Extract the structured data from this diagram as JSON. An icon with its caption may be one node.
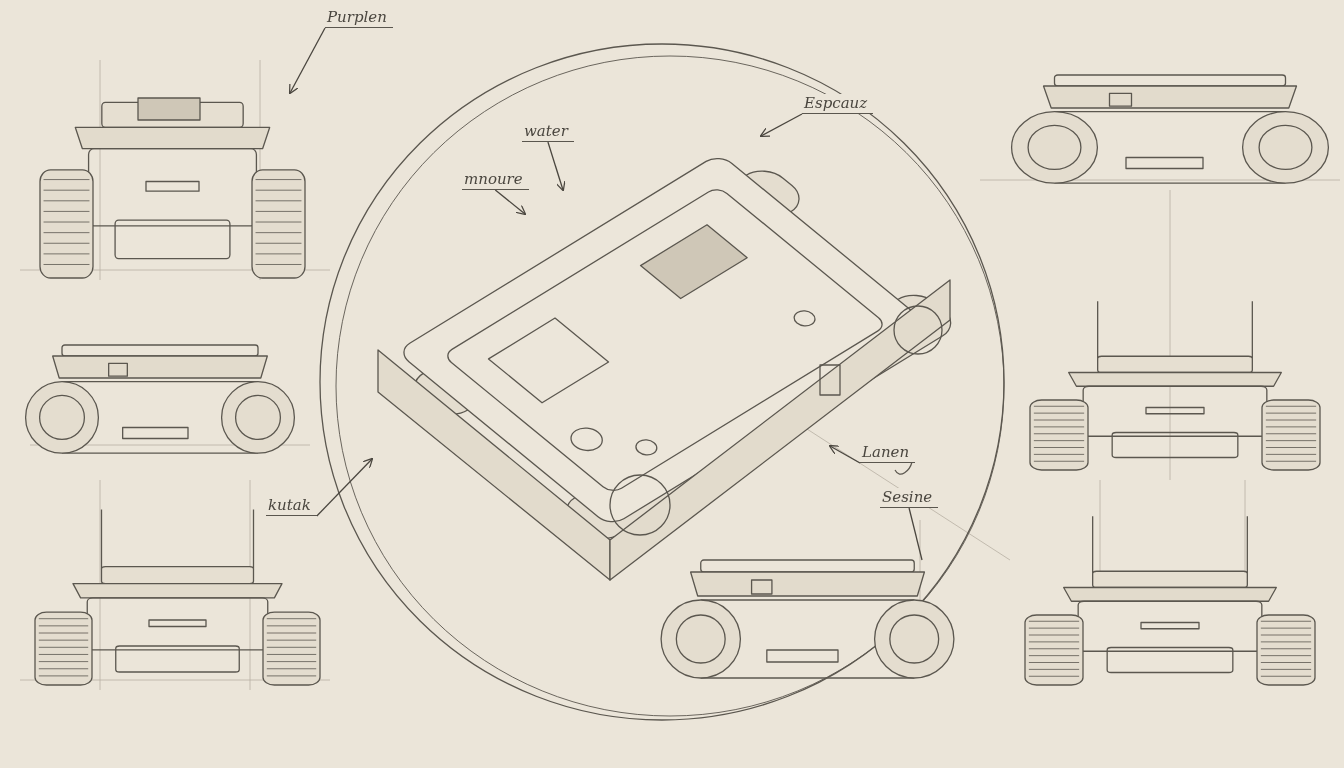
{
  "diagram": {
    "nodes": [
      {
        "text": [
          "Purplen"
        ]
      },
      {
        "text": [
          "water"
        ]
      },
      {
        "text": [
          "mnoure"
        ]
      },
      {
        "text": [
          "Espcauz"
        ]
      },
      {
        "text": [
          "Lanen"
        ]
      },
      {
        "text": [
          "kutak"
        ]
      },
      {
        "text": [
          "Sesine"
        ]
      }
    ],
    "edges": [
      {
        "from": 0,
        "to": null,
        "arrow": "to"
      },
      {
        "from": 1,
        "to": null,
        "arrow": "to"
      },
      {
        "from": 2,
        "to": null,
        "arrow": "to"
      },
      {
        "from": 3,
        "to": null,
        "arrow": "to"
      },
      {
        "from": 4,
        "to": null,
        "arrow": "to"
      },
      {
        "from": 5,
        "to": null,
        "arrow": "to"
      },
      {
        "from": 6,
        "to": null,
        "arrow": "none"
      }
    ]
  }
}
